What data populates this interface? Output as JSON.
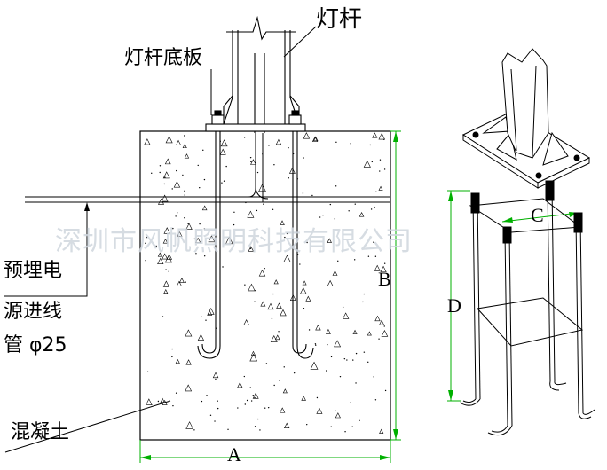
{
  "labels": {
    "pole": "灯杆",
    "base_plate": "灯杆底板",
    "conduit_line1": "预埋电",
    "conduit_line2": "源进线",
    "conduit_line3": "管 φ25",
    "concrete": "混凝土"
  },
  "dimensions": {
    "width": "A",
    "height": "B",
    "cage_width": "C",
    "cage_height": "D"
  },
  "watermark": "深圳市风帆照明科技有限公司",
  "colors": {
    "line": "#000000",
    "dimension": "#00b000",
    "watermark": "#cfd6de",
    "concrete_fill": "#ffffff"
  }
}
